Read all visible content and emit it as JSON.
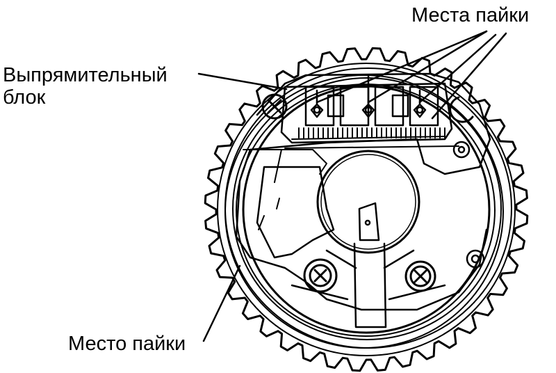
{
  "labels": {
    "rectifier_line1": "Выпрямительный",
    "rectifier_line2": "блок",
    "solder_points": "Места пайки",
    "solder_point": "Место пайки"
  },
  "colors": {
    "ink": "#000000",
    "paper": "#ffffff"
  }
}
